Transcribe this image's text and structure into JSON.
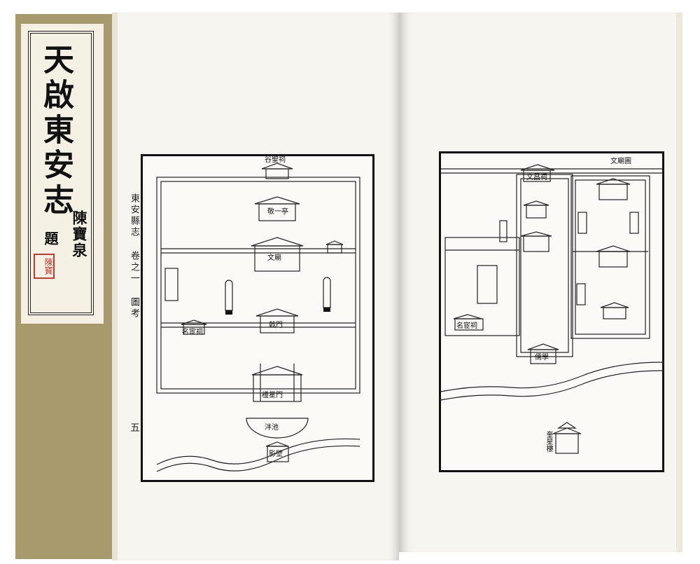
{
  "cover": {
    "title": "天啟東安志",
    "inscriber": "陳寶泉",
    "inscribe_char": "題",
    "seal": "陳寶"
  },
  "left_page": {
    "margin_text": "東安縣志 卷之一 圖考",
    "page_number": "五",
    "labels": {
      "guyu": "谷聖祠",
      "jingyi": "敬一亭",
      "wenmiao": "文廟",
      "jimen": "戟門",
      "mingxian": "名宦祠",
      "lingxing": "欞星門",
      "panchi": "泮池",
      "yingbi": "影壁"
    }
  },
  "right_page": {
    "map_title": "文廟圖",
    "labels": {
      "wenchang": "文昌祠",
      "mingguan": "名宦祠",
      "ruxue": "儒學",
      "kuixing": "奎星樓"
    }
  }
}
